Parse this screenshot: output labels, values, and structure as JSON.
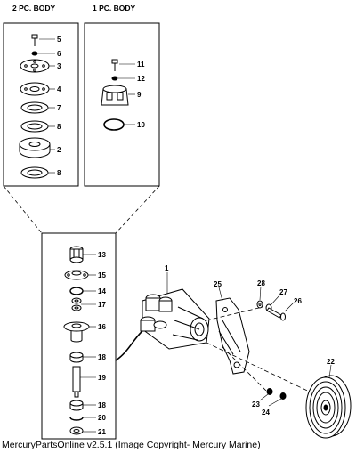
{
  "diagram": {
    "headers": {
      "two_pc_body": "2 PC. BODY",
      "one_pc_body": "1 PC. BODY"
    },
    "callouts": {
      "n1": "1",
      "n2": "2",
      "n3": "3",
      "n4": "4",
      "n5": "5",
      "n6": "6",
      "n7": "7",
      "n8a": "8",
      "n8b": "8",
      "n9": "9",
      "n10": "10",
      "n11": "11",
      "n12": "12",
      "n13": "13",
      "n14": "14",
      "n15": "15",
      "n16": "16",
      "n17": "17",
      "n18a": "18",
      "n18b": "18",
      "n19": "19",
      "n20": "20",
      "n21": "21",
      "n22": "22",
      "n23": "23",
      "n24": "24",
      "n25": "25",
      "n26": "26",
      "n27": "27",
      "n28": "28"
    },
    "caption": "MercuryPartsOnline v2.5.1 (Image Copyright- Mercury Marine)"
  }
}
